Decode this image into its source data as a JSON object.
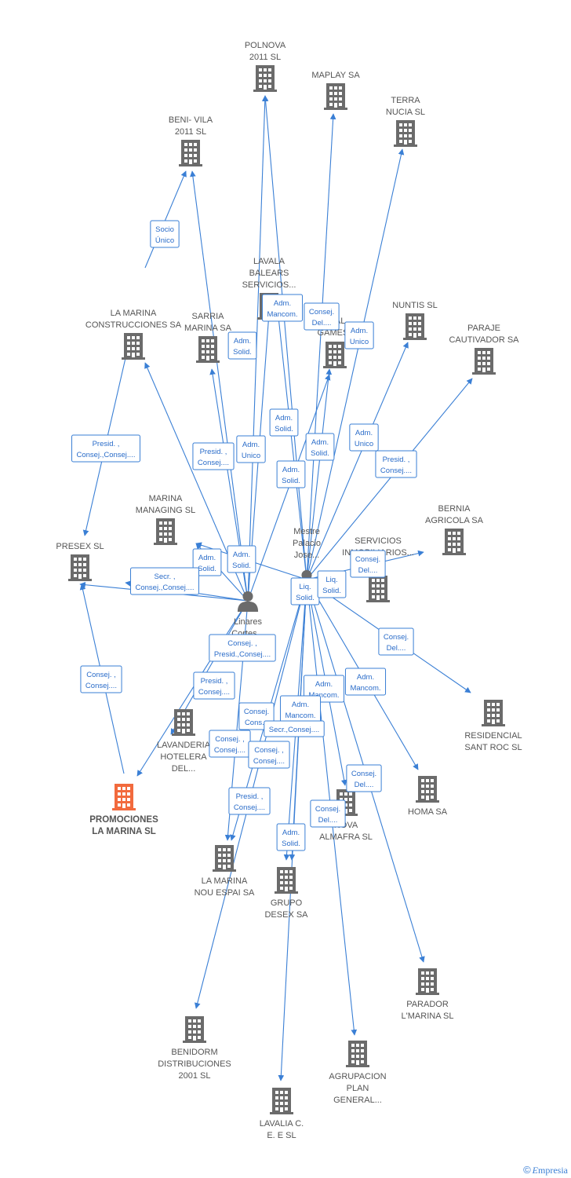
{
  "colors": {
    "edge": "#3a7fd5",
    "building": "#6b6b6b",
    "main_building": "#f26a3d",
    "person": "#6b6b6b"
  },
  "nodes": [
    {
      "id": "polnova",
      "kind": "company",
      "lines": [
        "POLNOVA",
        "2011 SL"
      ]
    },
    {
      "id": "maplay",
      "kind": "company",
      "lines": [
        "MAPLAY SA"
      ]
    },
    {
      "id": "terra_nucia",
      "kind": "company",
      "lines": [
        "TERRA",
        "NUCIA SL"
      ]
    },
    {
      "id": "beni_vila",
      "kind": "company",
      "lines": [
        "BENI- VILA",
        "2011 SL"
      ]
    },
    {
      "id": "lavala_baleares",
      "kind": "company",
      "lines": [
        "LAVALA",
        "BALEARS",
        "SERVICIOS..."
      ]
    },
    {
      "id": "la_marina_construcciones",
      "kind": "company",
      "lines": [
        "LA MARINA",
        "CONSTRUCCIONES SA"
      ]
    },
    {
      "id": "sarria_marina",
      "kind": "company",
      "lines": [
        "SARRIA",
        "MARINA SA"
      ]
    },
    {
      "id": "games",
      "kind": "company",
      "lines": [
        "...AL",
        "GAMES..."
      ]
    },
    {
      "id": "nuntis",
      "kind": "company",
      "lines": [
        "NUNTIS SL"
      ]
    },
    {
      "id": "paraje_cautivador",
      "kind": "company",
      "lines": [
        "PARAJE",
        "CAUTIVADOR SA"
      ]
    },
    {
      "id": "marina_managing",
      "kind": "company",
      "lines": [
        "MARINA",
        "MANAGING  SL"
      ]
    },
    {
      "id": "presex",
      "kind": "company",
      "lines": [
        "PRESEX SL"
      ]
    },
    {
      "id": "bernia_agricola",
      "kind": "company",
      "lines": [
        "BERNIA",
        "AGRICOLA SA"
      ]
    },
    {
      "id": "servicios_inmobiliarios",
      "kind": "company",
      "lines": [
        "SERVICIOS",
        "INMOBILIARIOS..."
      ]
    },
    {
      "id": "mestre_palacio",
      "kind": "person",
      "lines": [
        "Mestre",
        "Palacio",
        "Jose..."
      ]
    },
    {
      "id": "linares_cortes",
      "kind": "person",
      "lines": [
        "Linares",
        "Cortes..."
      ]
    },
    {
      "id": "residencial_sant_roc",
      "kind": "company",
      "lines": [
        "RESIDENCIAL",
        "SANT ROC SL"
      ]
    },
    {
      "id": "lavanderia_hotelera",
      "kind": "company",
      "lines": [
        "LAVANDERIA",
        "HOTELERA",
        "DEL..."
      ]
    },
    {
      "id": "homa",
      "kind": "company",
      "lines": [
        "HOMA SA"
      ]
    },
    {
      "id": "promociones_la_marina",
      "kind": "main",
      "lines": [
        "PROMOCIONES",
        "LA MARINA SL"
      ]
    },
    {
      "id": "nova_almafra",
      "kind": "company",
      "lines": [
        "NOVA",
        "ALMAFRA  SL"
      ]
    },
    {
      "id": "la_marina_nou_espai",
      "kind": "company",
      "lines": [
        "LA MARINA",
        "NOU ESPAI SA"
      ]
    },
    {
      "id": "grupo_desex",
      "kind": "company",
      "lines": [
        "GRUPO",
        "DESEX SA"
      ]
    },
    {
      "id": "parador_marina",
      "kind": "company",
      "lines": [
        "PARADOR",
        "L'MARINA SL"
      ]
    },
    {
      "id": "benidorm_distribuciones",
      "kind": "company",
      "lines": [
        "BENIDORM",
        "DISTRIBUCIONES",
        "2001 SL"
      ]
    },
    {
      "id": "agrupacion_plan",
      "kind": "company",
      "lines": [
        "AGRUPACION",
        "PLAN",
        "GENERAL..."
      ]
    },
    {
      "id": "lavalia_ce",
      "kind": "company",
      "lines": [
        "LAVALIA C.",
        "E. E SL"
      ]
    }
  ],
  "relations": [
    {
      "lines": [
        "Socio",
        "Único"
      ]
    },
    {
      "lines": [
        "Adm.",
        "Mancom."
      ]
    },
    {
      "lines": [
        "Consej.",
        "Del...."
      ]
    },
    {
      "lines": [
        "Adm.",
        "Solid."
      ]
    },
    {
      "lines": [
        "Adm.",
        "Unico"
      ]
    },
    {
      "lines": [
        "Adm.",
        "Solid."
      ]
    },
    {
      "lines": [
        "Presid. ,",
        "Consej.,Consej...."
      ]
    },
    {
      "lines": [
        "Presid. ,",
        "Consej...."
      ]
    },
    {
      "lines": [
        "Adm.",
        "Unico"
      ]
    },
    {
      "lines": [
        "Adm.",
        "Solid."
      ]
    },
    {
      "lines": [
        "Adm.",
        "Unico"
      ]
    },
    {
      "lines": [
        "Adm.",
        "Solid."
      ]
    },
    {
      "lines": [
        "Presid. ,",
        "Consej...."
      ]
    },
    {
      "lines": [
        "Adm.",
        "Solid."
      ]
    },
    {
      "lines": [
        "Adm.",
        "Solid."
      ]
    },
    {
      "lines": [
        "Secr. ,",
        "Consej.,Consej...."
      ]
    },
    {
      "lines": [
        "Consej.",
        "Del...."
      ]
    },
    {
      "lines": [
        "Liq.",
        "Solid."
      ]
    },
    {
      "lines": [
        "Liq.",
        "Solid."
      ]
    },
    {
      "lines": [
        "Consej. ,",
        "Presid.,Consej...."
      ]
    },
    {
      "lines": [
        "Consej.",
        "Del...."
      ]
    },
    {
      "lines": [
        "Consej. ,",
        "Consej...."
      ]
    },
    {
      "lines": [
        "Presid. ,",
        "Consej...."
      ]
    },
    {
      "lines": [
        "Adm.",
        "Mancom."
      ]
    },
    {
      "lines": [
        "Adm.",
        "Mancom."
      ]
    },
    {
      "lines": [
        "Adm.",
        "Mancom."
      ]
    },
    {
      "lines": [
        "Consej.",
        "Cons..."
      ]
    },
    {
      "lines": [
        "Secr.,Consej...."
      ]
    },
    {
      "lines": [
        "Consej. ,",
        "Consej...."
      ]
    },
    {
      "lines": [
        "Consej. ,",
        "Consej...."
      ]
    },
    {
      "lines": [
        "Consej.",
        "Del...."
      ]
    },
    {
      "lines": [
        "Presid. ,",
        "Consej...."
      ]
    },
    {
      "lines": [
        "Consej.",
        "Del...."
      ]
    },
    {
      "lines": [
        "Adm.",
        "Solid."
      ]
    }
  ],
  "footer": {
    "copyright": "©",
    "brand_initial": "E",
    "brand_rest": "mpresia"
  }
}
